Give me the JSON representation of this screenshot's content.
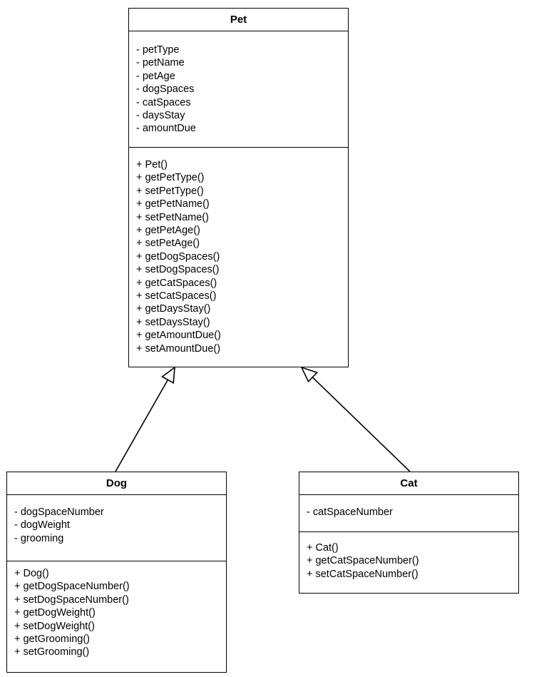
{
  "classes": {
    "pet": {
      "name": "Pet",
      "attributes": [
        "- petType",
        "- petName",
        "- petAge",
        "- dogSpaces",
        "- catSpaces",
        "- daysStay",
        "- amountDue"
      ],
      "methods": [
        "+ Pet()",
        "+ getPetType()",
        "+ setPetType()",
        "+ getPetName()",
        "+ setPetName()",
        "+ getPetAge()",
        "+ setPetAge()",
        "+ getDogSpaces()",
        "+ setDogSpaces()",
        "+ getCatSpaces()",
        "+ setCatSpaces()",
        "+ getDaysStay()",
        "+ setDaysStay()",
        "+ getAmountDue()",
        "+ setAmountDue()"
      ]
    },
    "dog": {
      "name": "Dog",
      "attributes": [
        "- dogSpaceNumber",
        "- dogWeight",
        "- grooming"
      ],
      "methods": [
        "+ Dog()",
        "+ getDogSpaceNumber()",
        "+ setDogSpaceNumber()",
        "+ getDogWeight()",
        "+ setDogWeight()",
        "+ getGrooming()",
        "+ setGrooming()"
      ]
    },
    "cat": {
      "name": "Cat",
      "attributes": [
        "- catSpaceNumber"
      ],
      "methods": [
        "+ Cat()",
        "+ getCatSpaceNumber()",
        "+ setCatSpaceNumber()"
      ]
    }
  },
  "relations": [
    {
      "type": "inheritance",
      "from": "Dog",
      "to": "Pet"
    },
    {
      "type": "inheritance",
      "from": "Cat",
      "to": "Pet"
    }
  ]
}
